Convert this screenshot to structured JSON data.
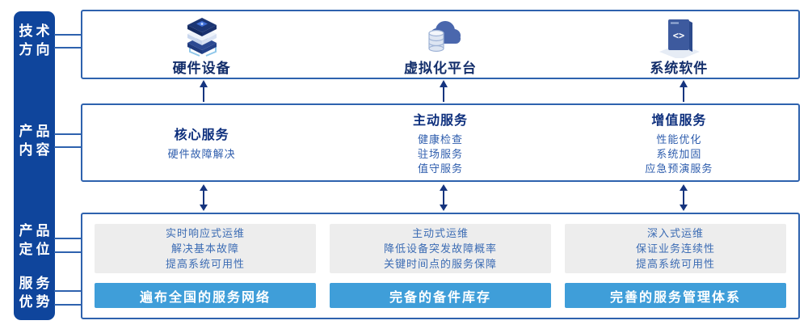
{
  "sidebar": {
    "items": [
      {
        "line1": "技术",
        "line2": "方向"
      },
      {
        "line1": "产品",
        "line2": "内容"
      },
      {
        "line1": "产品",
        "line2": "定位"
      },
      {
        "line1": "服务",
        "line2": "优势"
      }
    ]
  },
  "tech_row": {
    "columns": [
      {
        "icon": "server-stack-icon",
        "label": "硬件设备"
      },
      {
        "icon": "cloud-database-icon",
        "label": "虚拟化平台"
      },
      {
        "icon": "code-window-icon",
        "label": "系统软件"
      }
    ]
  },
  "content_row": {
    "columns": [
      {
        "heading": "核心服务",
        "items": [
          "硬件故障解决"
        ]
      },
      {
        "heading": "主动服务",
        "items": [
          "健康检查",
          "驻场服务",
          "值守服务"
        ]
      },
      {
        "heading": "增值服务",
        "items": [
          "性能优化",
          "系统加固",
          "应急预演服务"
        ]
      }
    ]
  },
  "bottom_row": {
    "columns": [
      {
        "lines": [
          "实时响应式运维",
          "解决基本故障",
          "提高系统可用性"
        ],
        "bar": "遍布全国的服务网络"
      },
      {
        "lines": [
          "主动式运维",
          "降低设备突发故障概率",
          "关键时间点的服务保障"
        ],
        "bar": "完备的备件库存"
      },
      {
        "lines": [
          "深入式运维",
          "保证业务连续性",
          "提高系统可用性"
        ],
        "bar": "完善的服务管理体系"
      }
    ]
  },
  "colors": {
    "sidebar_bg": "#0f459c",
    "border_blue": "#2e62ae",
    "heading_navy": "#0d2f7d",
    "body_blue": "#2e5dad",
    "panel_gray": "#ededed",
    "bar_blue": "#3f9ed9",
    "arrow_navy": "#16357f"
  }
}
